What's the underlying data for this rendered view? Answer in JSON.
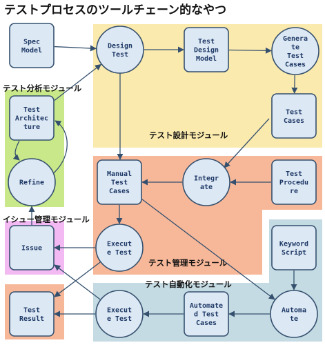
{
  "title": "テストプロセスのツールチェーン的なやつ",
  "regions": [
    {
      "id": "design",
      "label": "テスト設計モジュール",
      "color": "#fbeaae"
    },
    {
      "id": "analysis",
      "label": "テスト分析モジュール",
      "color": "#c9e88a"
    },
    {
      "id": "management",
      "label": "テスト管理モジュール",
      "color": "#f7b899"
    },
    {
      "id": "issue",
      "label": "イシュー管理モジュール",
      "color": "#f3b9f2"
    },
    {
      "id": "automation",
      "label": "テスト自動化モジュール",
      "color": "#c5dbe3"
    },
    {
      "id": "result",
      "label": "",
      "color": "#f7b899"
    }
  ],
  "nodes": [
    {
      "id": "spec_model",
      "lines": [
        "Spec",
        "Model"
      ],
      "shape": "rect"
    },
    {
      "id": "design_test",
      "lines": [
        "Design",
        "Test"
      ],
      "shape": "circle"
    },
    {
      "id": "test_design_model",
      "lines": [
        "Test",
        "Design",
        "Model"
      ],
      "shape": "rect"
    },
    {
      "id": "generate_test_cases",
      "lines": [
        "Genera",
        "te",
        "Test",
        "Cases"
      ],
      "shape": "circle"
    },
    {
      "id": "test_architecture",
      "lines": [
        "Test",
        "Architec",
        "ture"
      ],
      "shape": "rect"
    },
    {
      "id": "test_cases",
      "lines": [
        "Test",
        "Cases"
      ],
      "shape": "rect"
    },
    {
      "id": "refine",
      "lines": [
        "Refine"
      ],
      "shape": "circle"
    },
    {
      "id": "manual_test_cases",
      "lines": [
        "Manual",
        "Test",
        "Cases"
      ],
      "shape": "rect"
    },
    {
      "id": "integrate",
      "lines": [
        "Integr",
        "ate"
      ],
      "shape": "circle"
    },
    {
      "id": "test_procedure",
      "lines": [
        "Test",
        "Procedu",
        "re"
      ],
      "shape": "rect"
    },
    {
      "id": "issue",
      "lines": [
        "Issue"
      ],
      "shape": "rect"
    },
    {
      "id": "execute_test_manual",
      "lines": [
        "Execut",
        "e Test"
      ],
      "shape": "circle"
    },
    {
      "id": "keyword_script",
      "lines": [
        "Keyword",
        "Script"
      ],
      "shape": "rect"
    },
    {
      "id": "test_result",
      "lines": [
        "Test",
        "Result"
      ],
      "shape": "rect"
    },
    {
      "id": "execute_test_auto",
      "lines": [
        "Execut",
        "e Test"
      ],
      "shape": "circle"
    },
    {
      "id": "automated_test_cases",
      "lines": [
        "Automate",
        "d Test",
        "Cases"
      ],
      "shape": "rect"
    },
    {
      "id": "automate",
      "lines": [
        "Automa",
        "te"
      ],
      "shape": "circle"
    }
  ],
  "edges": [
    {
      "from": "spec_model",
      "to": "design_test"
    },
    {
      "from": "design_test",
      "to": "test_design_model"
    },
    {
      "from": "test_design_model",
      "to": "generate_test_cases"
    },
    {
      "from": "generate_test_cases",
      "to": "test_cases"
    },
    {
      "from": "test_cases",
      "to": "integrate"
    },
    {
      "from": "test_procedure",
      "to": "integrate"
    },
    {
      "from": "integrate",
      "to": "manual_test_cases"
    },
    {
      "from": "design_test",
      "to": "manual_test_cases"
    },
    {
      "from": "manual_test_cases",
      "to": "execute_test_manual"
    },
    {
      "from": "manual_test_cases",
      "to": "automate"
    },
    {
      "from": "keyword_script",
      "to": "automate"
    },
    {
      "from": "automate",
      "to": "automated_test_cases"
    },
    {
      "from": "automated_test_cases",
      "to": "execute_test_auto"
    },
    {
      "from": "execute_test_auto",
      "to": "test_result"
    },
    {
      "from": "execute_test_auto",
      "to": "issue"
    },
    {
      "from": "execute_test_manual",
      "to": "issue"
    },
    {
      "from": "execute_test_manual",
      "to": "test_result"
    },
    {
      "from": "test_architecture",
      "to": "design_test"
    },
    {
      "from": "test_architecture",
      "to": "refine"
    },
    {
      "from": "refine",
      "to": "test_architecture"
    },
    {
      "from": "issue",
      "to": "refine"
    }
  ]
}
